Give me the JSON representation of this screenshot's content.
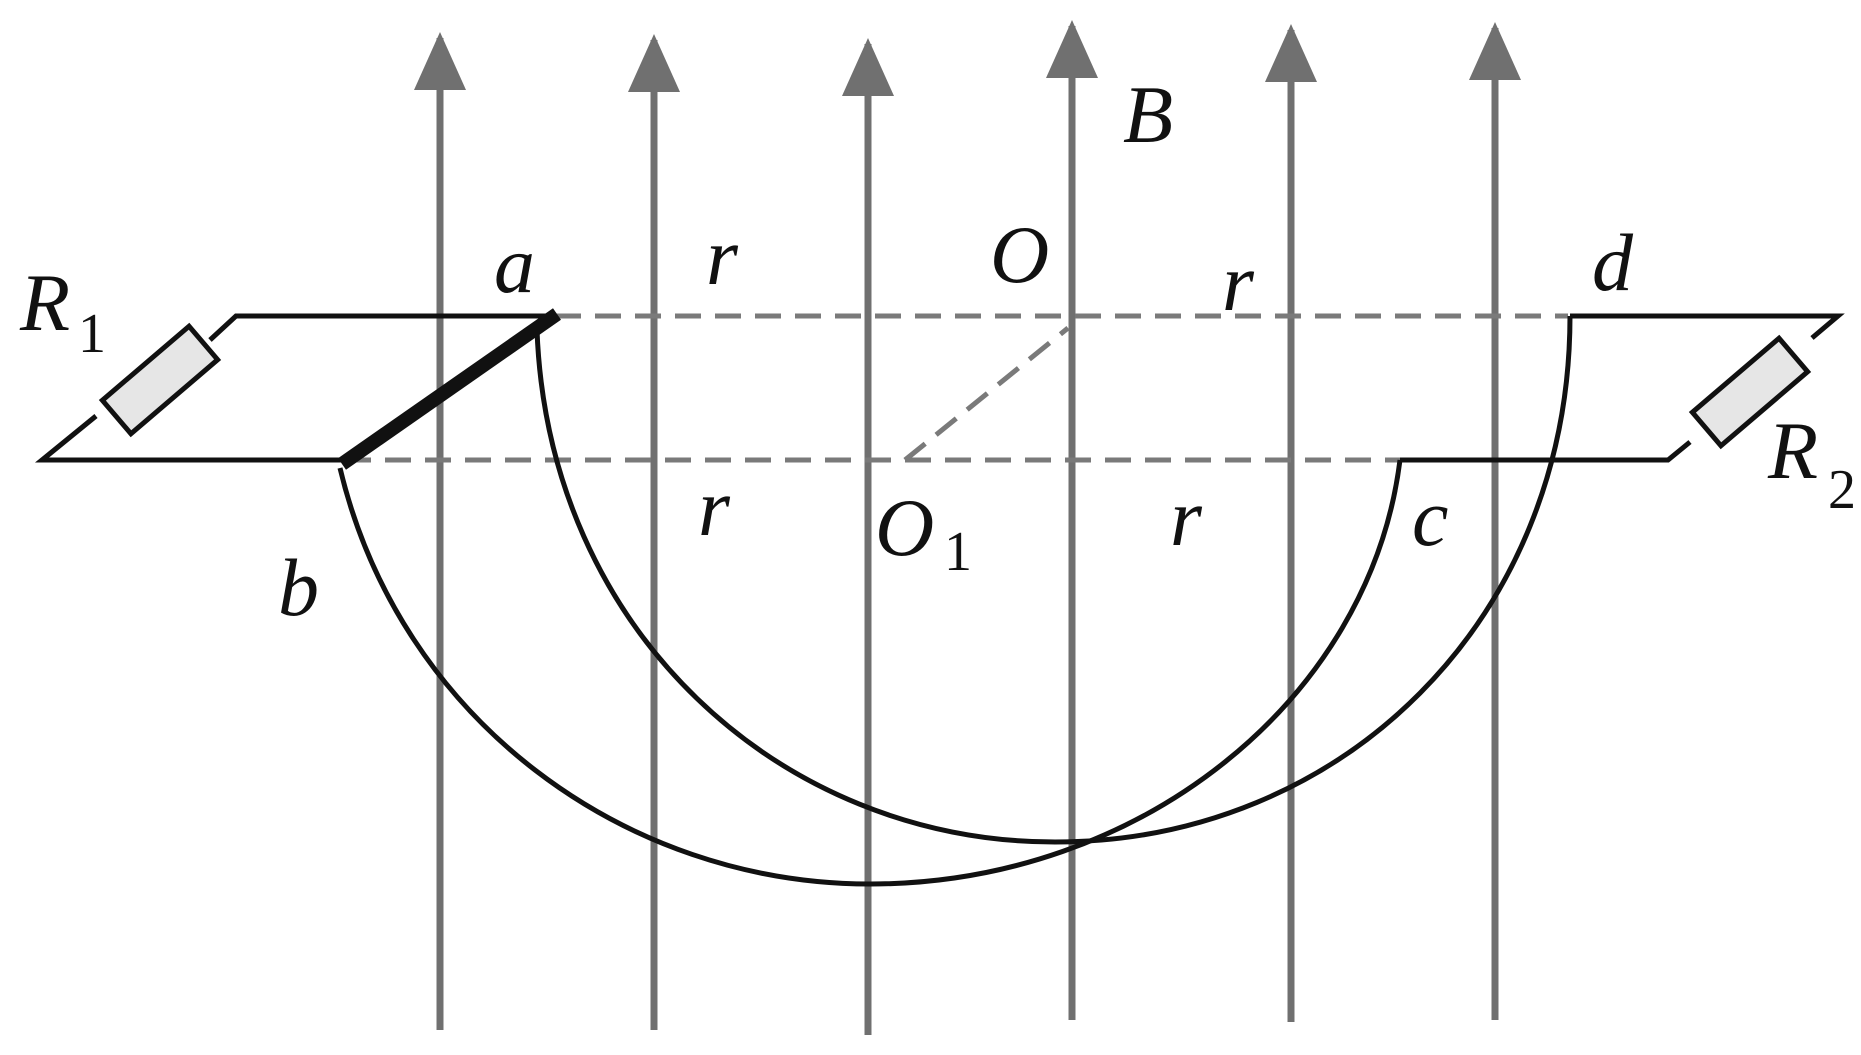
{
  "colors": {
    "field_line": "#707070",
    "wire": "#111111",
    "rod": "#111111",
    "dashed": "#7a7a7a",
    "resistor_fill": "#e6e6e6"
  },
  "labels": {
    "field": "B",
    "point_a": "a",
    "point_b": "b",
    "point_c": "c",
    "point_d": "d",
    "radius_top_left": "r",
    "radius_top_right": "r",
    "radius_bottom_left": "r",
    "radius_bottom_right": "r",
    "center_top": "O",
    "center_bottom": "O",
    "center_bottom_sub": "1",
    "resistor_left": "R",
    "resistor_left_sub": "1",
    "resistor_right": "R",
    "resistor_right_sub": "2"
  }
}
